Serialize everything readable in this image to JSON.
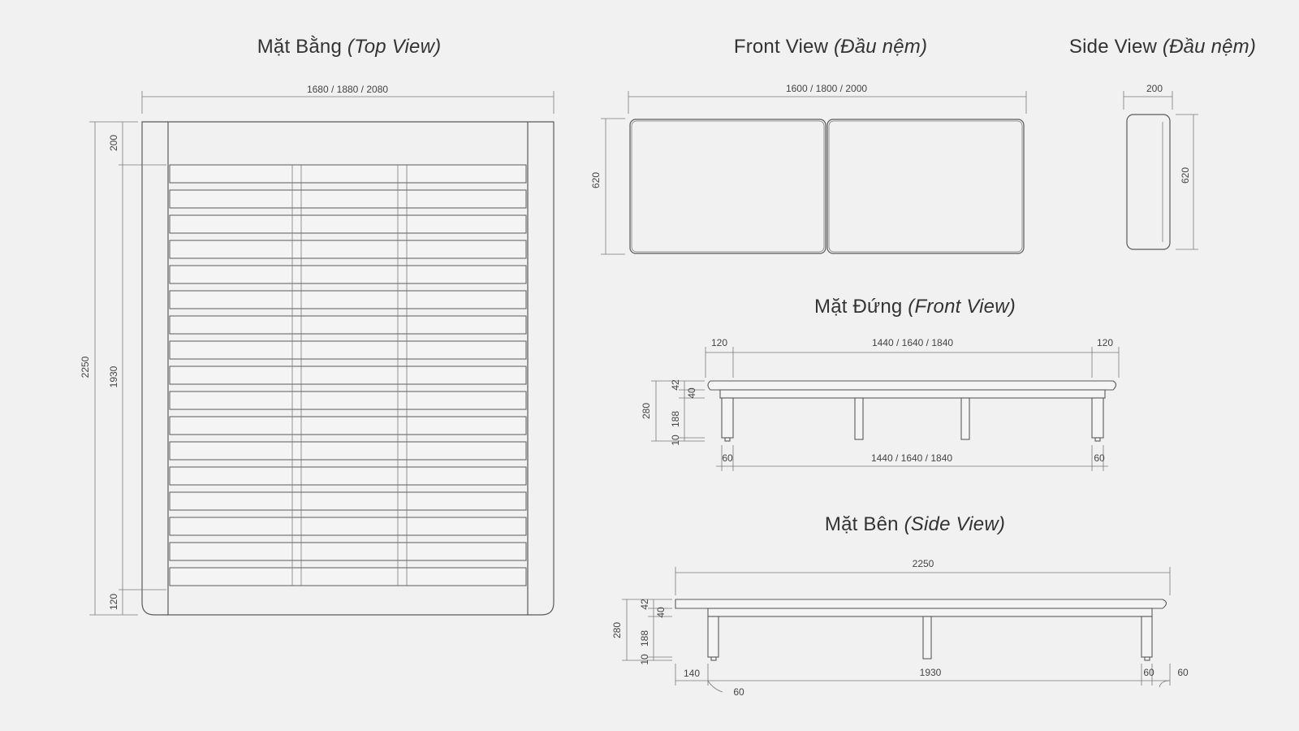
{
  "titles": {
    "top_view": {
      "main": "Mặt Bằng",
      "sub": "(Top View)"
    },
    "hb_front": {
      "main": "Front View",
      "sub": "(Đầu nệm)"
    },
    "hb_side": {
      "main": "Side View",
      "sub": "(Đầu nệm)"
    },
    "front_elev": {
      "main": "Mặt Đứng",
      "sub": "(Front View)"
    },
    "side_elev": {
      "main": "Mặt Bên",
      "sub": "(Side View)"
    }
  },
  "dims": {
    "top_width": "1680 / 1880 / 2080",
    "top_overall": "2250",
    "top_head": "200",
    "top_mid": "1930",
    "top_foot": "120",
    "hb_front_width": "1600 / 1800 / 2000",
    "hb_front_height": "620",
    "hb_side_width": "200",
    "hb_side_height": "620",
    "fe_left": "120",
    "fe_mid": "1440 / 1640 / 1840",
    "fe_right": "120",
    "fe_total_h": "280",
    "fe_top": "42",
    "fe_rail": "40",
    "fe_leg": "188",
    "fe_foot": "10",
    "fe_leg_l": "60",
    "fe_leg_mid": "1440 / 1640 / 1840",
    "fe_leg_r": "60",
    "se_length": "2250",
    "se_total_h": "280",
    "se_top": "42",
    "se_rail": "40",
    "se_leg": "188",
    "se_foot": "10",
    "se_left": "140",
    "se_mid": "1930",
    "se_right": "60",
    "se_right_out": "60",
    "se_left_leg": "60"
  }
}
